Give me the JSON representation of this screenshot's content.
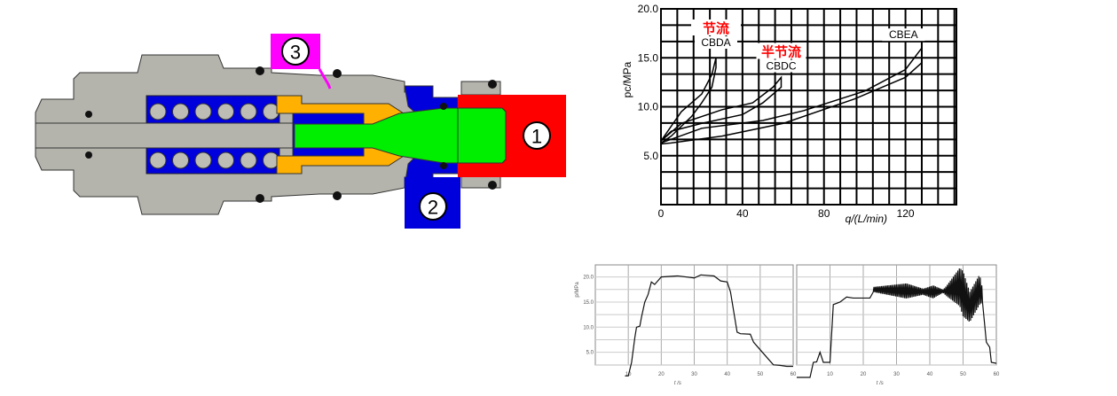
{
  "valve_diagram": {
    "ports": [
      {
        "label": "1",
        "color": "#ff0000"
      },
      {
        "label": "2",
        "color": "#0000dd"
      },
      {
        "label": "3",
        "color": "#ff00ff"
      }
    ],
    "colors": {
      "body": "#b5b4ac",
      "spring_chamber": "#0000dd",
      "poppet": "#ffb000",
      "pilot_flow": "#00ee00",
      "spring_coil": "#bdbdb5"
    }
  },
  "chart_data": [
    {
      "type": "line",
      "title": "",
      "xlabel": "q/(L/min)",
      "ylabel": "pc/MPa",
      "xlim": [
        0,
        145
      ],
      "ylim": [
        0,
        20
      ],
      "xticks": [
        "0",
        "40",
        "80",
        "120"
      ],
      "xtick_values": [
        0,
        40,
        80,
        120
      ],
      "yticks": [
        "5.0",
        "10.0",
        "15.0",
        "20.0"
      ],
      "ytick_values": [
        5,
        10,
        15,
        20
      ],
      "grid": true,
      "annotations": [
        {
          "text": "节流",
          "color": "#ff0000",
          "series": "CBDA"
        },
        {
          "text": "半节流",
          "color": "#ff0000",
          "series": "CBDC"
        }
      ],
      "series": [
        {
          "name": "CBDA",
          "points": [
            [
              0,
              6.5
            ],
            [
              5,
              8
            ],
            [
              10,
              9.5
            ],
            [
              15,
              10.4
            ],
            [
              20,
              11.3
            ],
            [
              25,
              13.3
            ],
            [
              27,
              15
            ],
            [
              27,
              14
            ],
            [
              25,
              12
            ],
            [
              20,
              10.4
            ],
            [
              15,
              9
            ],
            [
              10,
              8
            ],
            [
              5,
              7
            ],
            [
              0,
              6.3
            ]
          ]
        },
        {
          "name": "CBDC",
          "points": [
            [
              0,
              6.5
            ],
            [
              10,
              8.3
            ],
            [
              30,
              9.7
            ],
            [
              45,
              10.4
            ],
            [
              55,
              12
            ],
            [
              59,
              13
            ],
            [
              59,
              12
            ],
            [
              50,
              10.4
            ],
            [
              40,
              9.2
            ],
            [
              20,
              8.3
            ],
            [
              5,
              7.5
            ],
            [
              0,
              6.5
            ]
          ]
        },
        {
          "name": "CBEA",
          "points": [
            [
              0,
              6.3
            ],
            [
              20,
              7.8
            ],
            [
              50,
              8.6
            ],
            [
              70,
              9.6
            ],
            [
              100,
              11.6
            ],
            [
              120,
              13.8
            ],
            [
              128,
              16
            ],
            [
              128,
              14.5
            ],
            [
              120,
              13
            ],
            [
              95,
              10.8
            ],
            [
              60,
              8.3
            ],
            [
              30,
              7
            ],
            [
              5,
              6.3
            ],
            [
              0,
              6.2
            ]
          ]
        }
      ]
    },
    {
      "type": "line",
      "xlabel": "t /s",
      "ylabel": "p/MPa",
      "xlim": [
        0,
        60
      ],
      "ylim": [
        0,
        22.4
      ],
      "xticks": [
        "10",
        "20",
        "30",
        "40",
        "50",
        "60"
      ],
      "xtick_values": [
        10,
        20,
        30,
        40,
        50,
        60
      ],
      "yticks": [
        "5.0",
        "10.0",
        "15.0",
        "20.0"
      ],
      "ytick_values": [
        5,
        10,
        15,
        20
      ],
      "grid": true,
      "series": [
        {
          "name": "p",
          "points": [
            [
              9,
              0.3
            ],
            [
              10,
              0.3
            ],
            [
              11,
              3
            ],
            [
              12,
              8
            ],
            [
              12.5,
              10
            ],
            [
              13.5,
              10.2
            ],
            [
              14,
              12
            ],
            [
              15,
              15
            ],
            [
              16,
              16.5
            ],
            [
              17,
              19
            ],
            [
              18,
              18.5
            ],
            [
              20,
              20
            ],
            [
              25,
              20.2
            ],
            [
              30,
              19.8
            ],
            [
              32,
              20.4
            ],
            [
              36,
              20.2
            ],
            [
              38,
              19.2
            ],
            [
              40,
              19
            ],
            [
              41,
              17
            ],
            [
              42,
              13
            ],
            [
              43,
              9
            ],
            [
              44,
              8.7
            ],
            [
              47,
              8.6
            ],
            [
              48,
              7
            ],
            [
              50,
              5.5
            ],
            [
              52,
              4
            ],
            [
              54,
              2.5
            ],
            [
              56,
              2.4
            ],
            [
              58,
              2.2
            ],
            [
              60,
              2.2
            ]
          ]
        }
      ]
    },
    {
      "type": "line",
      "xlabel": "t /s",
      "ylabel": "",
      "xlim": [
        0,
        60
      ],
      "ylim": [
        0,
        22.4
      ],
      "xticks": [
        "10",
        "20",
        "30",
        "40",
        "50",
        "60"
      ],
      "xtick_values": [
        10,
        20,
        30,
        40,
        50,
        60
      ],
      "grid": true,
      "series": [
        {
          "name": "p",
          "points": [
            [
              0,
              0
            ],
            [
              4,
              0
            ],
            [
              5,
              3
            ],
            [
              6,
              3.1
            ],
            [
              7,
              5
            ],
            [
              8,
              3
            ],
            [
              10,
              3
            ],
            [
              11,
              14.5
            ],
            [
              13,
              15
            ],
            [
              15,
              16
            ],
            [
              17,
              15.8
            ],
            [
              22,
              15.8
            ],
            [
              23,
              17.5
            ],
            [
              56,
              16
            ],
            [
              57,
              7
            ],
            [
              58,
              6
            ],
            [
              58.5,
              3
            ],
            [
              60,
              2.8
            ]
          ]
        }
      ],
      "oscillation": {
        "from": 23,
        "to": 56,
        "period": 0.45,
        "mean": [
          [
            23,
            17.5
          ],
          [
            40,
            17
          ],
          [
            45,
            17.2
          ],
          [
            49,
            18
          ],
          [
            52,
            14
          ],
          [
            55,
            17.5
          ],
          [
            56,
            16
          ]
        ],
        "amplitude": [
          [
            23,
            0.5
          ],
          [
            33,
            1.5
          ],
          [
            38,
            0.6
          ],
          [
            41,
            1.3
          ],
          [
            44,
            0.3
          ],
          [
            50,
            4.5
          ],
          [
            52,
            3
          ],
          [
            55,
            3
          ],
          [
            56,
            1
          ]
        ]
      }
    }
  ]
}
